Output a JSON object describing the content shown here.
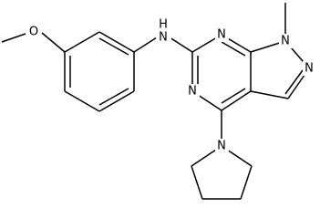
{
  "molecule": {
    "labels": {
      "methoxy_o": "O",
      "amine_nh": "N",
      "amine_h": "H",
      "pyrimidine_n_top": "N",
      "pyrimidine_n_bottom": "N",
      "pyrazole_n1": "N",
      "pyrazole_n2": "N",
      "pyrrolidine_n": "N"
    },
    "colors": {
      "ink": "#000000",
      "background": "#ffffff"
    }
  }
}
